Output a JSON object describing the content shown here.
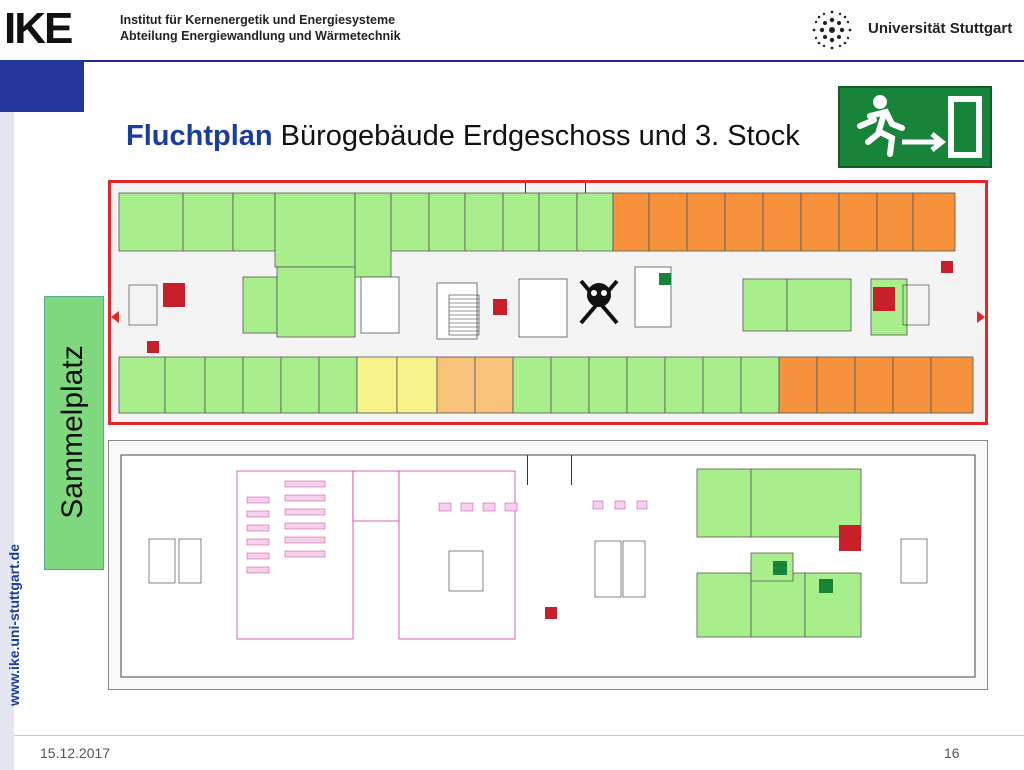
{
  "header": {
    "logo": "IKE",
    "institute_line1": "Institut für Kernenergetik und Energiesysteme",
    "institute_line2": "Abteilung Energiewandlung und Wärmetechnik",
    "university": "Universität Stuttgart"
  },
  "title": {
    "strong": "Fluchtplan",
    "rest": " Bürogebäude Erdgeschoss und 3. Stock"
  },
  "side": {
    "assembly_point": "Sammelplatz",
    "url": "www.ike.uni-stuttgart.de"
  },
  "footer": {
    "date": "15.12.2017",
    "page": "16"
  },
  "colors": {
    "accent_blue": "#1a3d9e",
    "header_bar": "#23349a",
    "room_green": "#a8ee8a",
    "room_orange": "#f7923c",
    "escape_red": "#e3262a",
    "assembly_green": "#7ed87e"
  },
  "icons": [
    "emergency-exit-sign-icon",
    "fire-extinguisher-icon",
    "first-aid-icon",
    "skull-crossbones-icon",
    "university-logo-icon"
  ]
}
